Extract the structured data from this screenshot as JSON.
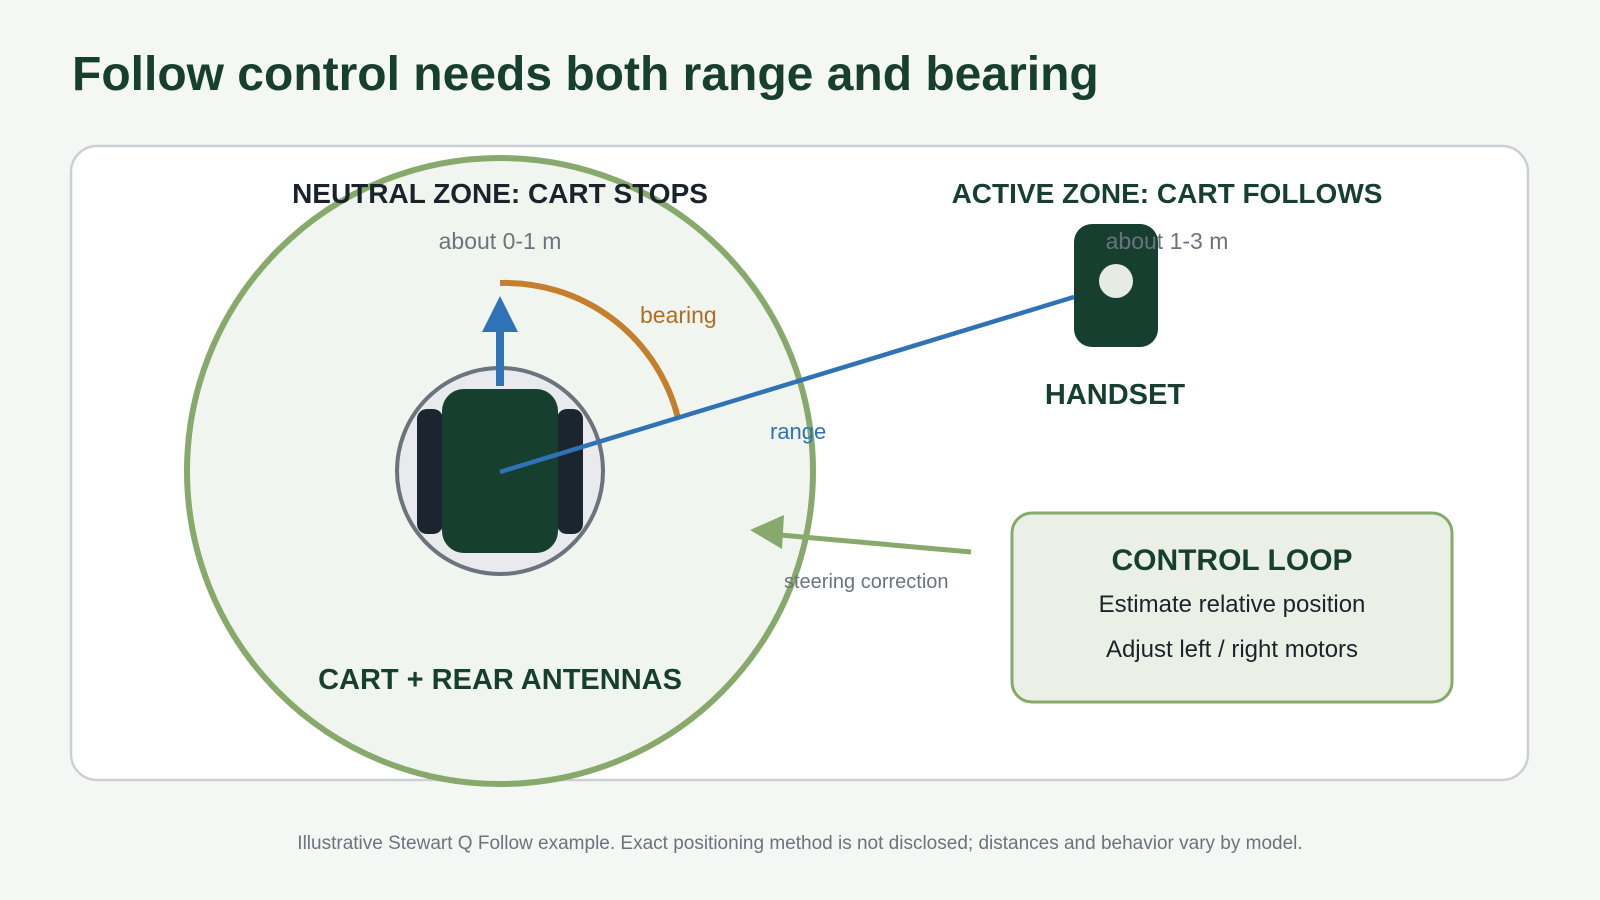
{
  "title": "Follow control needs both range and bearing",
  "neutral_zone": {
    "title": "NEUTRAL ZONE: CART STOPS",
    "subtitle": "about 0-1 m"
  },
  "active_zone": {
    "title": "ACTIVE ZONE: CART FOLLOWS",
    "subtitle": "about 1-3 m"
  },
  "labels": {
    "bearing": "bearing",
    "range": "range",
    "handset": "HANDSET",
    "cart": "CART + REAR ANTENNAS",
    "steering": "steering correction"
  },
  "control_loop": {
    "title": "CONTROL LOOP",
    "lines": [
      "Estimate relative position",
      "Adjust left / right motors"
    ]
  },
  "footer": "Illustrative Stewart Q Follow example. Exact positioning method is not disclosed; distances and behavior vary by model.",
  "colors": {
    "dark_green": "#173f30",
    "zone_green": "#87a96b",
    "range_blue": "#2f72b5",
    "bearing_orange": "#c47f2c"
  }
}
